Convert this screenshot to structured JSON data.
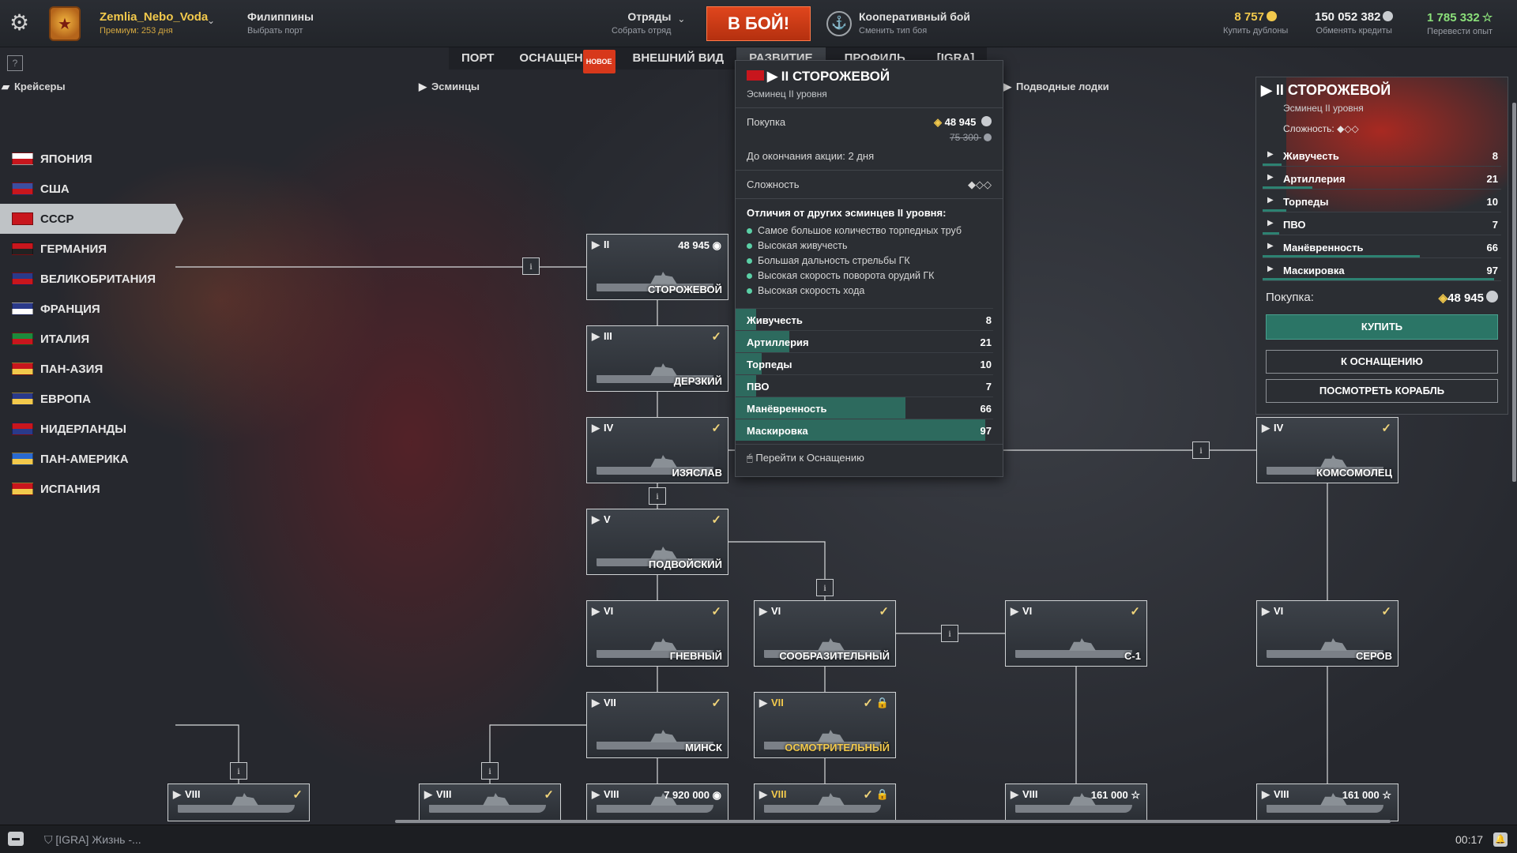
{
  "topbar": {
    "player_name": "Zemlia_Nebo_Voda",
    "premium": "Премиум: 253 дня",
    "port_name": "Филиппины",
    "port_sub": "Выбрать порт",
    "squads": "Отряды",
    "squads_sub": "Собрать отряд",
    "battle": "В БОЙ!",
    "mode": "Кооперативный бой",
    "mode_sub": "Сменить тип боя",
    "doubloons": "8 757",
    "doubloons_label": "Купить дублоны",
    "credits": "150 052 382",
    "credits_label": "Обменять кредиты",
    "xp": "1 785 332",
    "xp_label": "Перевести опыт"
  },
  "tabs": [
    "ПОРТ",
    "ОСНАЩЕНИЕ",
    "ВНЕШНИЙ ВИД",
    "РАЗВИТИЕ",
    "ПРОФИЛЬ",
    "[IGRA]"
  ],
  "tab_new_badge": "НОВОЕ",
  "help": "?",
  "classes": {
    "cruisers": "Крейсеры",
    "destroyers": "Эсминцы",
    "submarines": "Подводные лодки"
  },
  "nations": [
    {
      "name": "ЯПОНИЯ",
      "colors": [
        "#ffffff",
        "#c8161d"
      ]
    },
    {
      "name": "США",
      "colors": [
        "#3c4ea0",
        "#c8161d"
      ]
    },
    {
      "name": "СССР",
      "colors": [
        "#c8161d",
        "#c8161d"
      ]
    },
    {
      "name": "ГЕРМАНИЯ",
      "colors": [
        "#c8161d",
        "#222222"
      ]
    },
    {
      "name": "ВЕЛИКОБРИТАНИЯ",
      "colors": [
        "#2a3a8a",
        "#c8161d"
      ]
    },
    {
      "name": "ФРАНЦИЯ",
      "colors": [
        "#2a3a8a",
        "#ffffff"
      ]
    },
    {
      "name": "ИТАЛИЯ",
      "colors": [
        "#1c8a3c",
        "#c8161d"
      ]
    },
    {
      "name": "ПАН-АЗИЯ",
      "colors": [
        "#c8161d",
        "#f2c94c"
      ]
    },
    {
      "name": "ЕВРОПА",
      "colors": [
        "#2a3a8a",
        "#f2c94c"
      ]
    },
    {
      "name": "НИДЕРЛАНДЫ",
      "colors": [
        "#c8161d",
        "#2a3a8a"
      ]
    },
    {
      "name": "ПАН-АМЕРИКА",
      "colors": [
        "#2a6ad0",
        "#f2c94c"
      ]
    },
    {
      "name": "ИСПАНИЯ",
      "colors": [
        "#c8161d",
        "#f2c94c"
      ]
    }
  ],
  "active_nation": 2,
  "ships": [
    {
      "id": "storozhevoy",
      "tier": "II",
      "name": "СТОРОЖЕВОЙ",
      "price": "48 945",
      "researched": false
    },
    {
      "id": "derzkiy",
      "tier": "III",
      "name": "ДЕРЗКИЙ",
      "researched": true
    },
    {
      "id": "izyaslav",
      "tier": "IV",
      "name": "ИЗЯСЛАВ",
      "researched": true
    },
    {
      "id": "podvoysky",
      "tier": "V",
      "name": "ПОДВОЙСКИЙ",
      "researched": true
    },
    {
      "id": "gnevny",
      "tier": "VI",
      "name": "ГНЕВНЫЙ",
      "researched": true
    },
    {
      "id": "soobrazitelny",
      "tier": "VI",
      "name": "СООБРАЗИТЕЛЬНЫЙ",
      "researched": true
    },
    {
      "id": "s1",
      "tier": "VI",
      "name": "С-1",
      "researched": true
    },
    {
      "id": "serov",
      "tier": "VI",
      "name": "СЕРОВ",
      "researched": true
    },
    {
      "id": "komsomolets",
      "tier": "IV",
      "name": "КОМСОМОЛЕЦ",
      "researched": true
    },
    {
      "id": "minsk",
      "tier": "VII",
      "name": "МИНСК",
      "researched": true
    },
    {
      "id": "osmotritelny",
      "tier": "VII",
      "name": "ОСМОТРИТЕЛЬНЫЙ",
      "researched": true,
      "gold": true
    },
    {
      "id": "viii_a",
      "tier": "VIII",
      "name": "",
      "researched": true
    },
    {
      "id": "viii_b",
      "tier": "VIII",
      "name": "",
      "researched": true
    },
    {
      "id": "viii_c",
      "tier": "VIII",
      "name": "",
      "price": "7 920 000"
    },
    {
      "id": "viii_d",
      "tier": "VIII",
      "name": "",
      "researched": true,
      "gold": true
    },
    {
      "id": "viii_e",
      "tier": "VIII",
      "name": "",
      "price": "161 000"
    },
    {
      "id": "viii_f",
      "tier": "VIII",
      "name": "",
      "price": "161 000"
    }
  ],
  "tooltip": {
    "title": "II СТОРОЖЕВОЙ",
    "subtitle": "Эсминец II уровня",
    "buy_label": "Покупка",
    "price": "48 945",
    "old_price": "75 300",
    "promo": "До окончания акции: 2 дня",
    "difficulty_label": "Сложность",
    "difficulty": "◆◇◇",
    "diff_header": "Отличия от других эсминцев II уровня:",
    "features": [
      "Самое большое количество торпедных труб",
      "Высокая живучесть",
      "Большая дальность стрельбы ГК",
      "Высокая скорость поворота орудий ГК",
      "Высокая скорость хода"
    ],
    "stats": [
      {
        "label": "Живучесть",
        "value": 8
      },
      {
        "label": "Артиллерия",
        "value": 21
      },
      {
        "label": "Торпеды",
        "value": 10
      },
      {
        "label": "ПВО",
        "value": 7
      },
      {
        "label": "Манёвренность",
        "value": 66
      },
      {
        "label": "Маскировка",
        "value": 97
      }
    ],
    "footer": "Перейти к Оснащению"
  },
  "panel": {
    "title": "II СТОРОЖЕВОЙ",
    "subtitle": "Эсминец II уровня",
    "difficulty": "Сложность: ◆◇◇",
    "stats": [
      {
        "label": "Живучесть",
        "value": 8
      },
      {
        "label": "Артиллерия",
        "value": 21
      },
      {
        "label": "Торпеды",
        "value": 10
      },
      {
        "label": "ПВО",
        "value": 7
      },
      {
        "label": "Манёвренность",
        "value": 66
      },
      {
        "label": "Маскировка",
        "value": 97
      }
    ],
    "buy_label": "Покупка:",
    "price": "48 945",
    "buy_button": "КУПИТЬ",
    "equip_button": "К ОСНАЩЕНИЮ",
    "view_button": "ПОСМОТРЕТЬ КОРАБЛЬ"
  },
  "bottombar": {
    "chat": "[IGRA] Жизнь -...",
    "time": "00:17"
  },
  "colors": {
    "accent_green": "#2b7566",
    "battle_orange": "#d23d18",
    "gold": "#f2c94c"
  }
}
